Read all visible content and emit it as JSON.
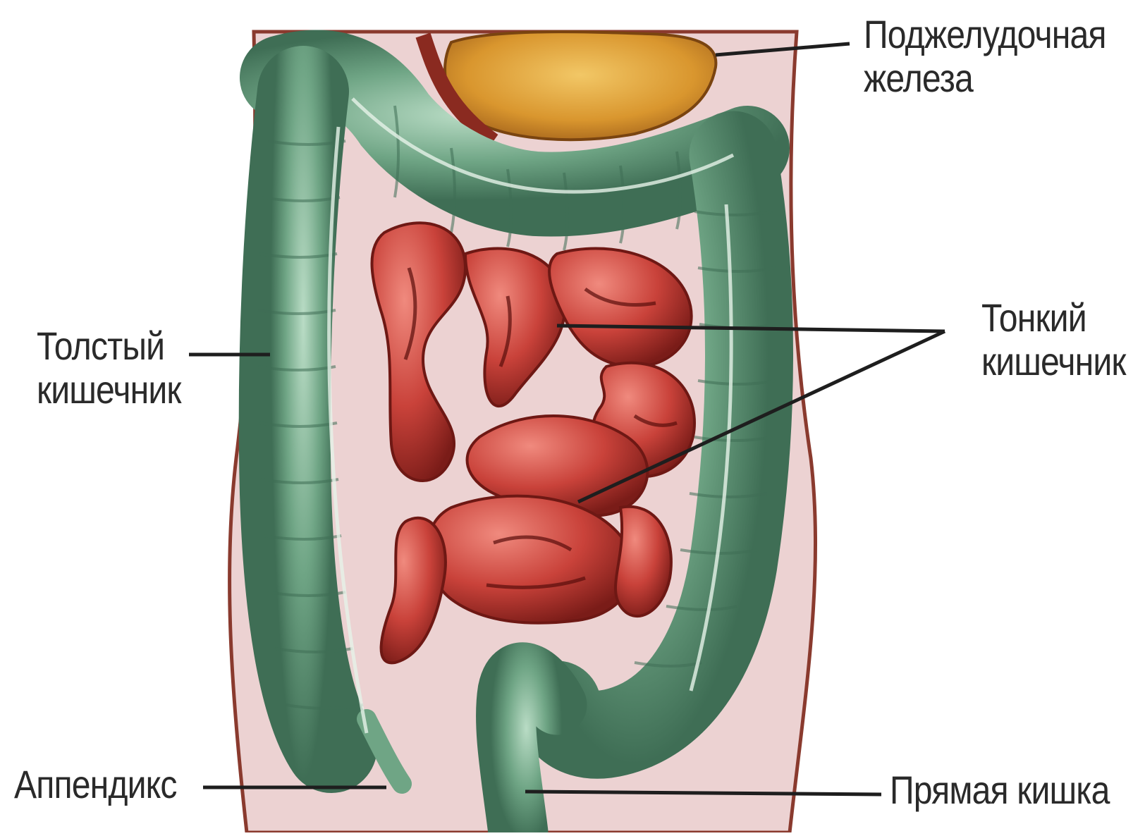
{
  "labels": {
    "pancreas": {
      "line1": "Поджелудочная",
      "line2": "железа"
    },
    "small_intestine": {
      "line1": "Тонкий",
      "line2": "кишечник"
    },
    "large_intestine": {
      "line1": "Толстый",
      "line2": "кишечник"
    },
    "appendix": {
      "line1": "Аппендикс"
    },
    "rectum": {
      "line1": "Прямая кишка"
    }
  },
  "colors": {
    "skin": "#e8c9c9",
    "body_outline": "#8a3a2e",
    "colon": "#6fa585",
    "colon_dark": "#3f6e55",
    "small_intestine": "#c9423a",
    "small_intestine_dark": "#7a1c18",
    "pancreas": "#d9962e",
    "leader_line": "#1e1e1e"
  }
}
